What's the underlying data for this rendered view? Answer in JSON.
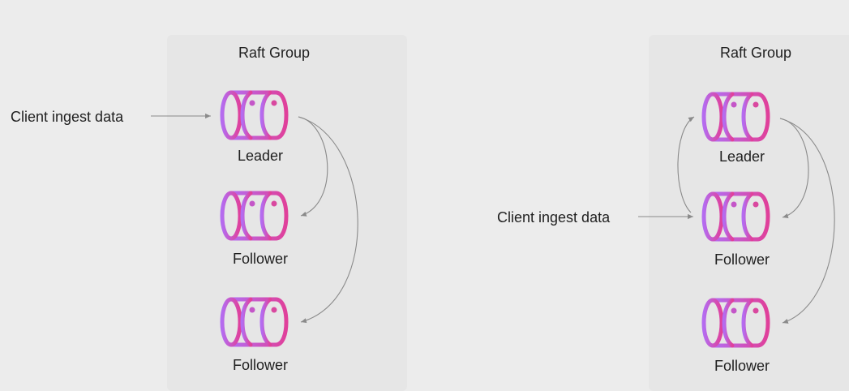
{
  "groups": [
    {
      "title": "Raft Group",
      "client_label": "Client ingest data",
      "nodes": [
        {
          "role": "Leader"
        },
        {
          "role": "Follower"
        },
        {
          "role": "Follower"
        }
      ]
    },
    {
      "title": "Raft Group",
      "client_label": "Client ingest data",
      "nodes": [
        {
          "role": "Leader"
        },
        {
          "role": "Follower"
        },
        {
          "role": "Follower"
        }
      ]
    }
  ],
  "colors": {
    "background": "#ececec",
    "group_background": "#e6e6e6",
    "node_gradient_start": "#b46cf0",
    "node_gradient_end": "#e0409a",
    "arrow": "#8a8a8a"
  },
  "icons": {
    "node": "database-cylinder-icon"
  }
}
